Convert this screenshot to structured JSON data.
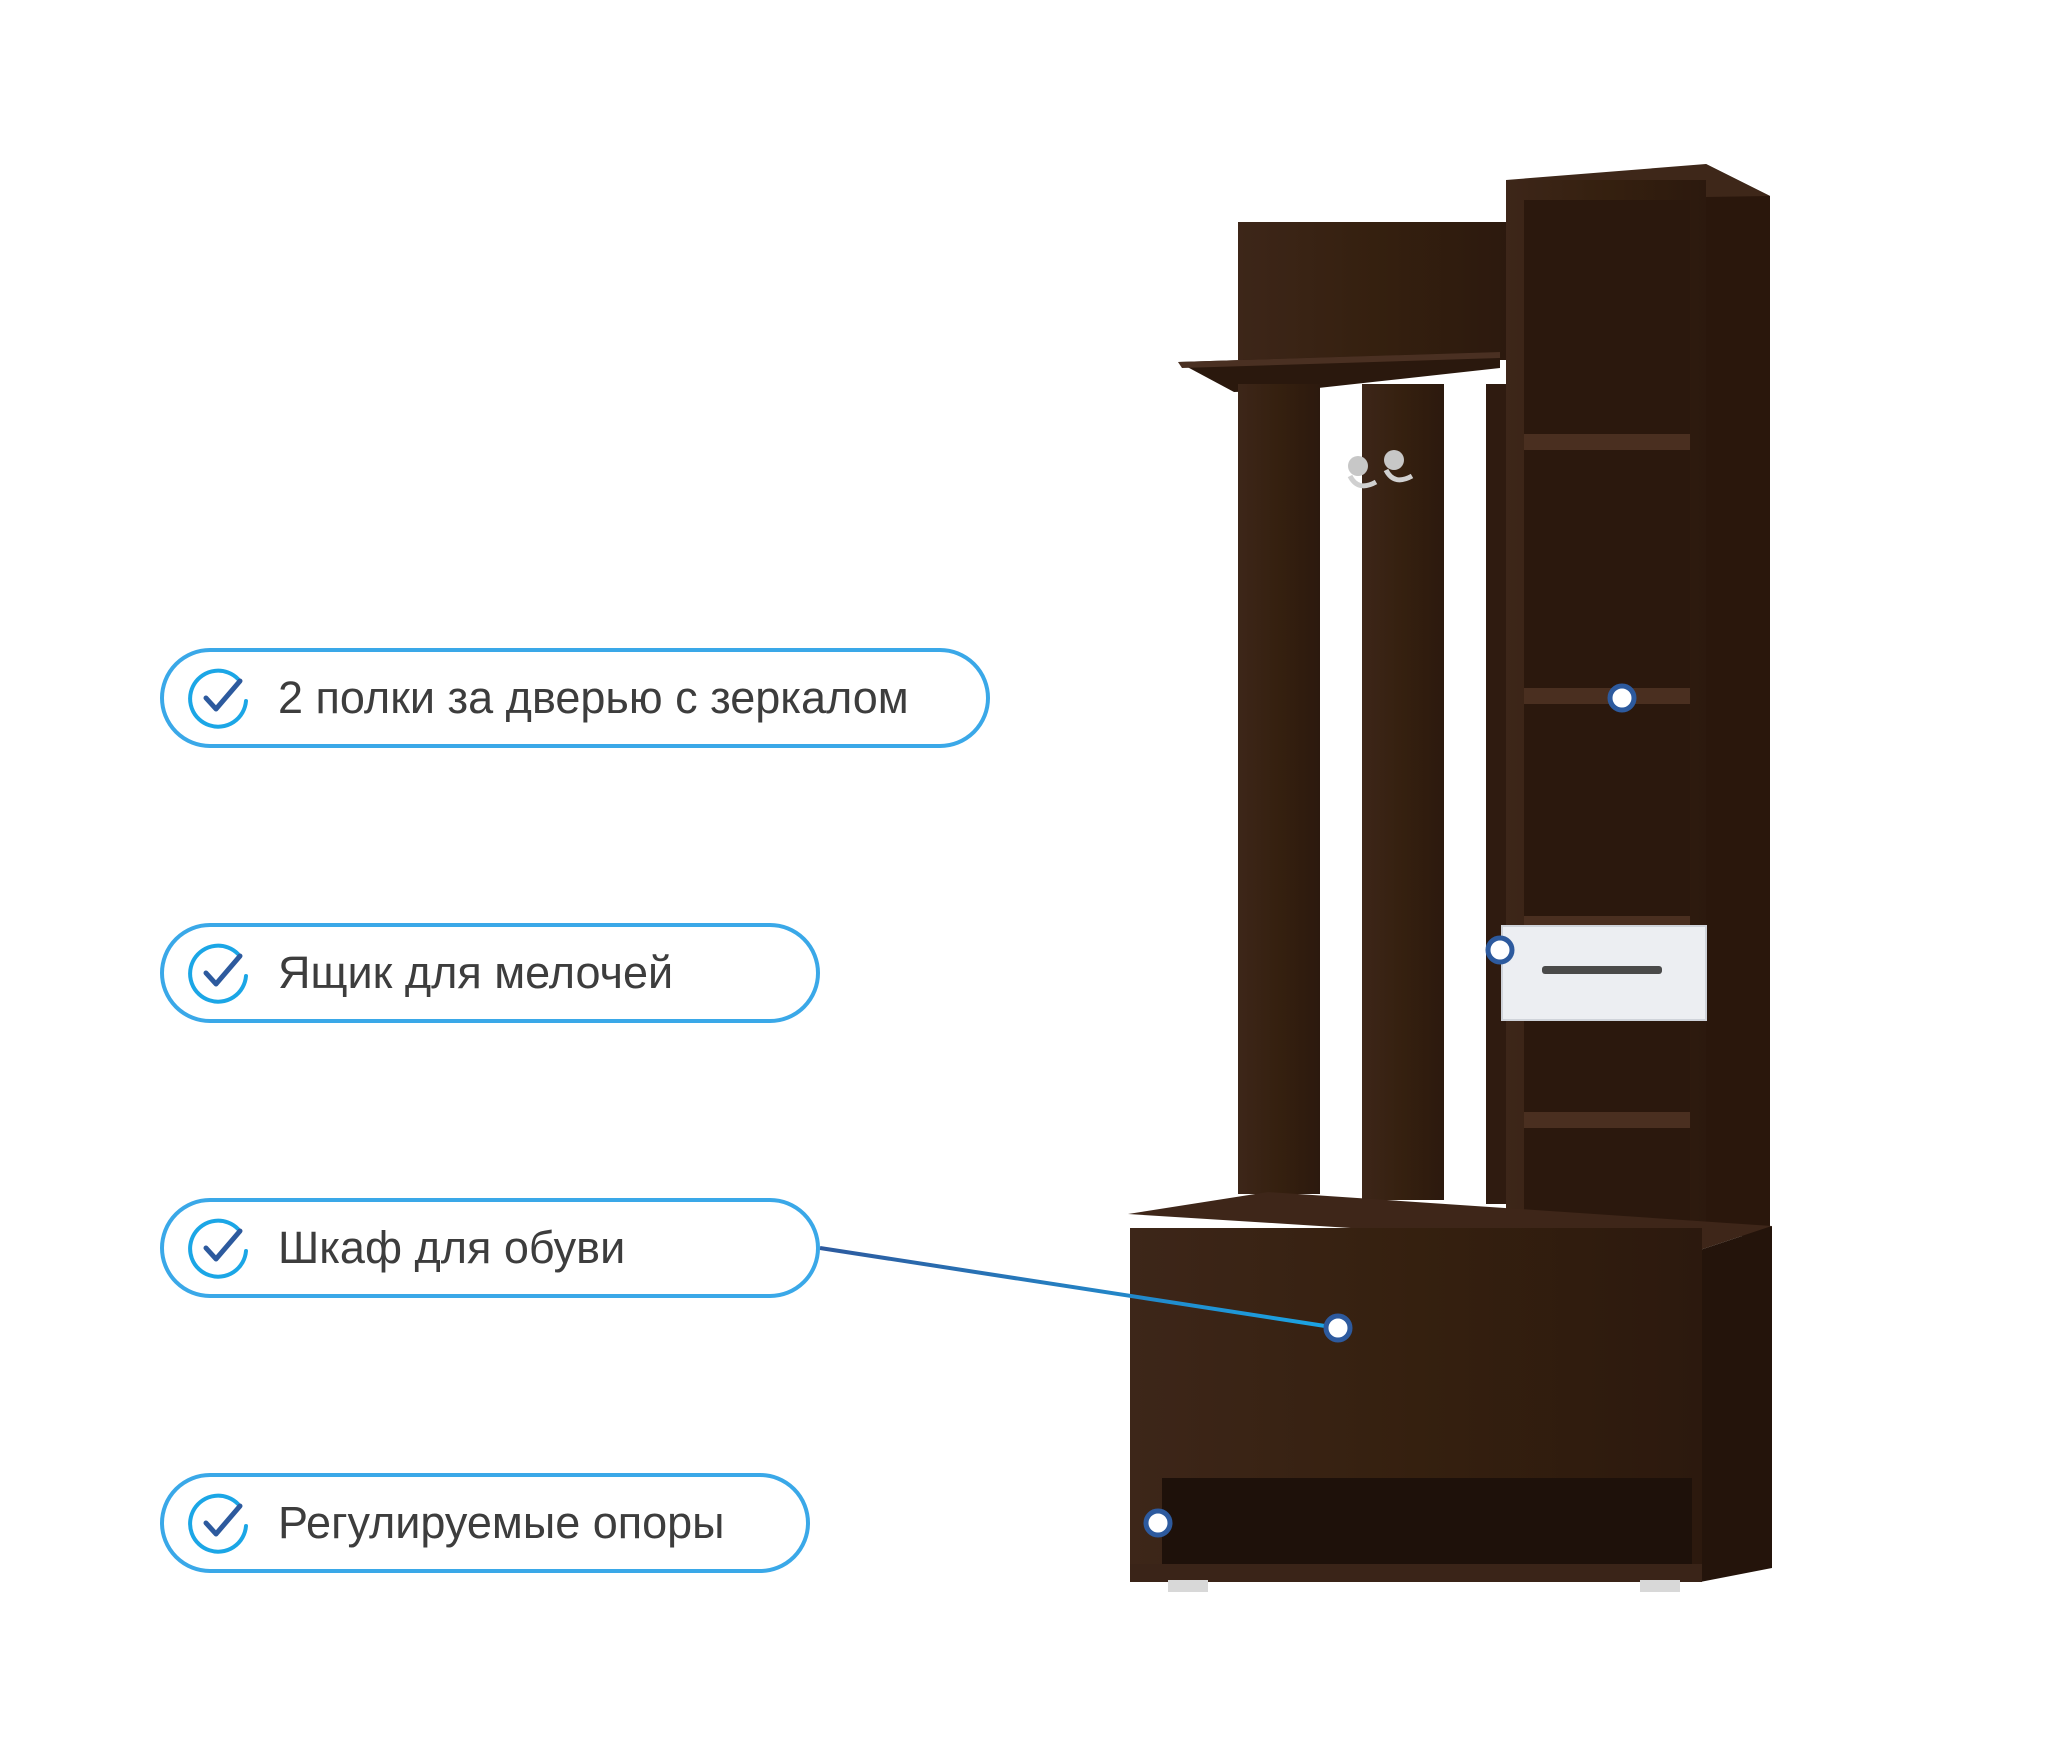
{
  "colors": {
    "accent": "#1ba6e6",
    "accent_dark": "#2d5a9e",
    "wood": "#3a2418",
    "wood_dark": "#24150d",
    "drawer": "#eceef2",
    "text": "#3d3d3d"
  },
  "icons": {
    "callout": "check-circle-icon"
  },
  "callouts": [
    {
      "label": "2 полки за дверью с зеркалом"
    },
    {
      "label": "Ящик для мелочей"
    },
    {
      "label": "Шкаф для обуви"
    },
    {
      "label": "Регулируемые опоры"
    }
  ]
}
